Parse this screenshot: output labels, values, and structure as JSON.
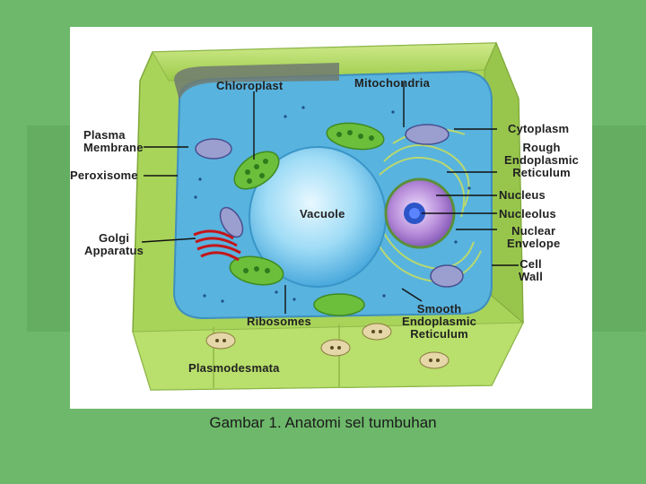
{
  "slide": {
    "caption": "Gambar 1. Anatomi sel tumbuhan",
    "background_color": "#6db86a"
  },
  "diagram": {
    "labels": {
      "chloroplast": "Chloroplast",
      "mitochondria": "Mitochondria",
      "plasma_membrane": "Plasma\nMembrane",
      "cytoplasm": "Cytoplasm",
      "rough_er": "Rough\nEndoplasmic\nReticulum",
      "peroxisome": "Peroxisome",
      "vacuole": "Vacuole",
      "nucleus": "Nucleus",
      "nucleolus": "Nucleolus",
      "nuclear_envelope": "Nuclear\nEnvelope",
      "golgi": "Golgi\nApparatus",
      "cell_wall": "Cell\nWall",
      "ribosomes": "Ribosomes",
      "smooth_er": "Smooth\nEndoplasmic\nReticulum",
      "plasmodesmata": "Plasmodesmata"
    },
    "colors": {
      "cell_wall": "#b5dc62",
      "cytoplasm": "#5fb6e0",
      "vacuole": "#8fd3f5",
      "chloroplast": "#6bbf3a",
      "nucleus": "#b38ad6",
      "golgi": "#e0302a"
    }
  }
}
